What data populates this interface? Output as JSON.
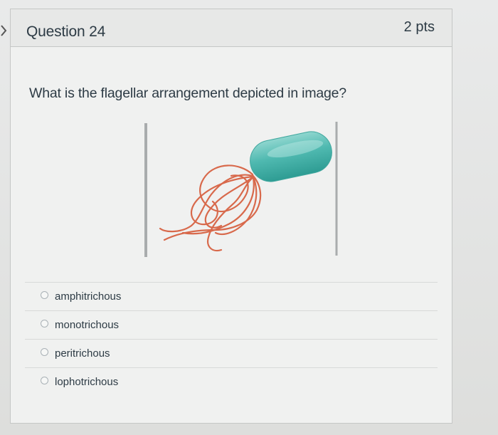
{
  "question": {
    "title": "Question 24",
    "points": "2 pts",
    "prompt": "What is the flagellar arrangement depicted in image?"
  },
  "figure": {
    "illustration": "bacterium-with-flagella"
  },
  "answers": [
    {
      "label": "amphitrichous"
    },
    {
      "label": "monotrichous"
    },
    {
      "label": "peritrichous"
    },
    {
      "label": "lophotrichous"
    }
  ],
  "colors": {
    "text": "#2d3b45",
    "card_border": "#c5c7c6",
    "bacterium": "#4fb9b0",
    "flagella": "#d8694b"
  }
}
